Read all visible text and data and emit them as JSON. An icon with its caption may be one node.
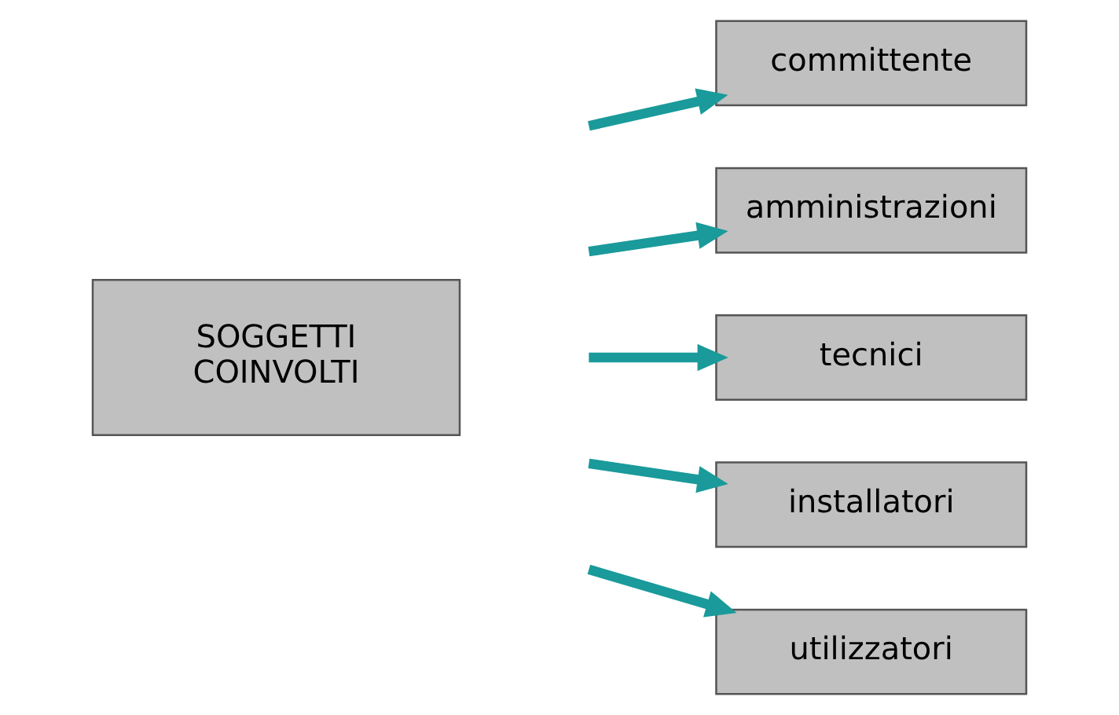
{
  "diagram": {
    "nodes": [
      {
        "text": [
          "SOGGETTI COINVOLTI"
        ]
      },
      {
        "text": [
          "committente"
        ]
      },
      {
        "text": [
          "amministrazioni"
        ]
      },
      {
        "text": [
          "tecnici"
        ]
      },
      {
        "text": [
          "installatori"
        ]
      },
      {
        "text": [
          "utilizzatori"
        ]
      }
    ],
    "edges": [
      {
        "from": null,
        "to": 1,
        "arrow": "to"
      },
      {
        "from": null,
        "to": 2,
        "arrow": "to"
      },
      {
        "from": null,
        "to": 3,
        "arrow": "to"
      },
      {
        "from": null,
        "to": 4,
        "arrow": "to"
      },
      {
        "from": null,
        "to": 5,
        "arrow": "to"
      }
    ]
  }
}
